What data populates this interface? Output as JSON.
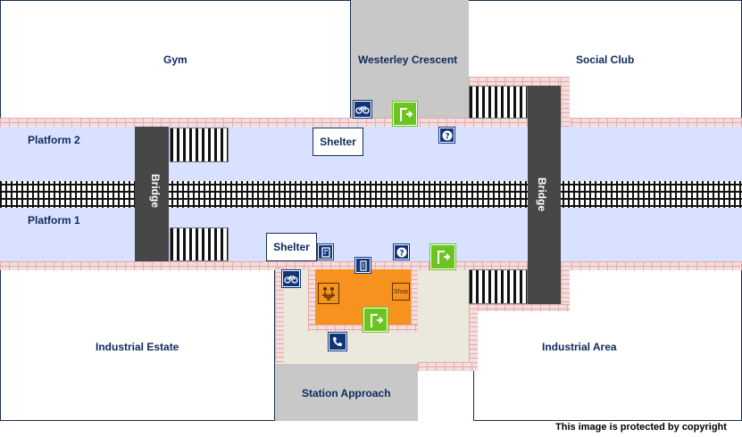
{
  "map": {
    "areas": {
      "gym": "Gym",
      "westerley_crescent": "Westerley Crescent",
      "social_club": "Social Club",
      "industrial_estate": "Industrial Estate",
      "industrial_area": "Industrial Area",
      "station_approach": "Station Approach"
    },
    "platforms": {
      "platform_2": "Platform 2",
      "platform_1": "Platform 1"
    },
    "bridges": {
      "west": "Bridge",
      "east": "Bridge"
    },
    "shelters": {
      "platform_2": "Shelter",
      "platform_1": "Shelter"
    },
    "facilities": {
      "shop": "Shop"
    },
    "icons": {
      "bicycle": "bicycle-parking-icon",
      "exit": "exit-icon",
      "info": "information-point-icon",
      "ticket_office": "ticket-office-icon",
      "ticket_machine": "ticket-machine-icon",
      "waiting_room": "waiting-room-icon",
      "telephone": "telephone-icon"
    },
    "colors": {
      "platform": "#d8e1ff",
      "building": "#f7921e",
      "road": "#c8c8c8",
      "forecourt": "#ebe8dc",
      "bridge": "#474747",
      "icon_blue": "#12357a",
      "icon_green": "#6bc41f"
    }
  },
  "copyright": "This image is protected by copyright"
}
